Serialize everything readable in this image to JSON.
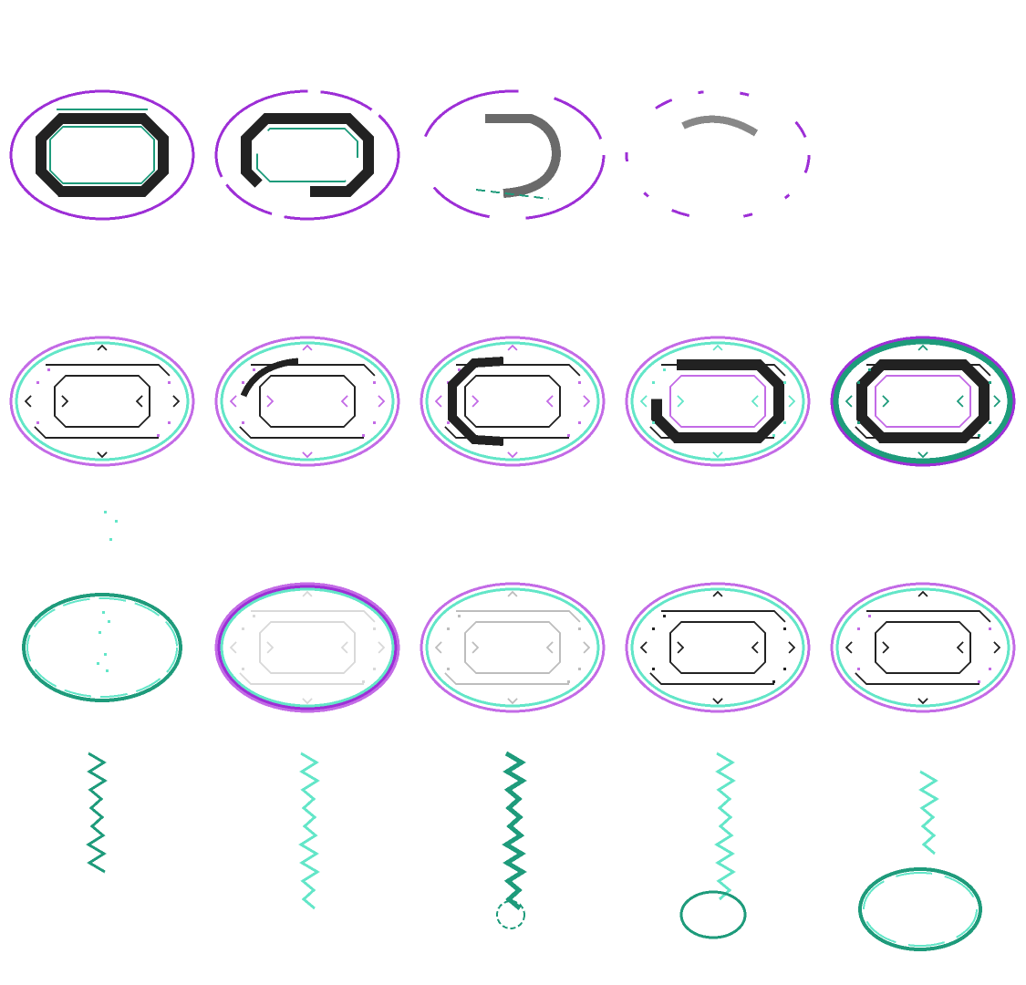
{
  "sprite_sheet": {
    "description_visible": "",
    "palette": {
      "purple": "#9d2fd6",
      "light_purple": "#c36be6",
      "teal": "#1e9b7b",
      "aqua": "#63e6c8",
      "black": "#222222",
      "gray": "#6a6a6a",
      "light_gray": "#bdbdbd",
      "pale_gray": "#d9d9d9"
    },
    "rows": [
      {
        "name": "portal-close",
        "frames": [
          {
            "id": "r1f1",
            "style": "full-dark"
          },
          {
            "id": "r1f2",
            "style": "dissolve-1"
          },
          {
            "id": "r1f3",
            "style": "dissolve-2"
          },
          {
            "id": "r1f4",
            "style": "dissolve-3"
          }
        ]
      },
      {
        "name": "portal-charge",
        "frames": [
          {
            "id": "r2f1",
            "style": "idle-outline"
          },
          {
            "id": "r2f2",
            "style": "swirl-start"
          },
          {
            "id": "r2f3",
            "style": "swirl-mid"
          },
          {
            "id": "r2f4",
            "style": "swirl-full"
          },
          {
            "id": "r2f5",
            "style": "charged"
          }
        ]
      },
      {
        "name": "portal-open",
        "frames": [
          {
            "id": "r3f1",
            "style": "spark-ring"
          },
          {
            "id": "r3f2",
            "style": "fade-light"
          },
          {
            "id": "r3f3",
            "style": "fade-mid"
          },
          {
            "id": "r3f4",
            "style": "outline-dark"
          },
          {
            "id": "r3f5",
            "style": "outline-final"
          }
        ]
      },
      {
        "name": "portal-spawn-bolt",
        "frames": [
          {
            "id": "r4f1",
            "style": "bolt-teal"
          },
          {
            "id": "r4f2",
            "style": "bolt-aqua"
          },
          {
            "id": "r4f3",
            "style": "bolt-thick-ring"
          },
          {
            "id": "r4f4",
            "style": "bolt-ring-medium"
          },
          {
            "id": "r4f5",
            "style": "bolt-ring-large"
          }
        ]
      }
    ]
  }
}
